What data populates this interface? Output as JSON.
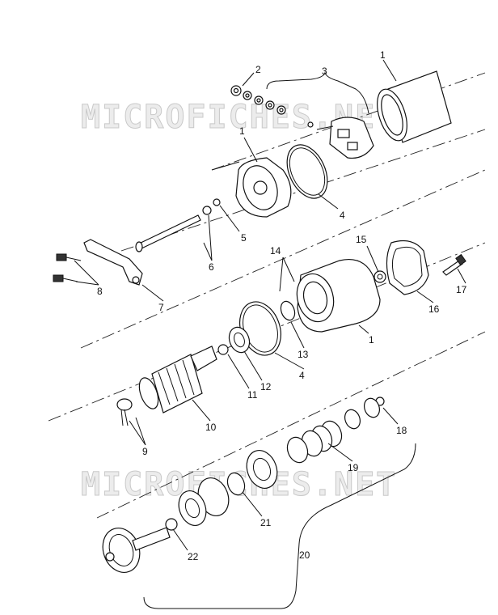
{
  "watermark": "MICROFICHES.NET",
  "callouts": [
    "1",
    "2",
    "3",
    "1",
    "4",
    "5",
    "6",
    "7",
    "8",
    "15",
    "14",
    "17",
    "16",
    "1",
    "13",
    "4",
    "12",
    "11",
    "10",
    "9",
    "18",
    "19",
    "21",
    "20",
    "22"
  ]
}
